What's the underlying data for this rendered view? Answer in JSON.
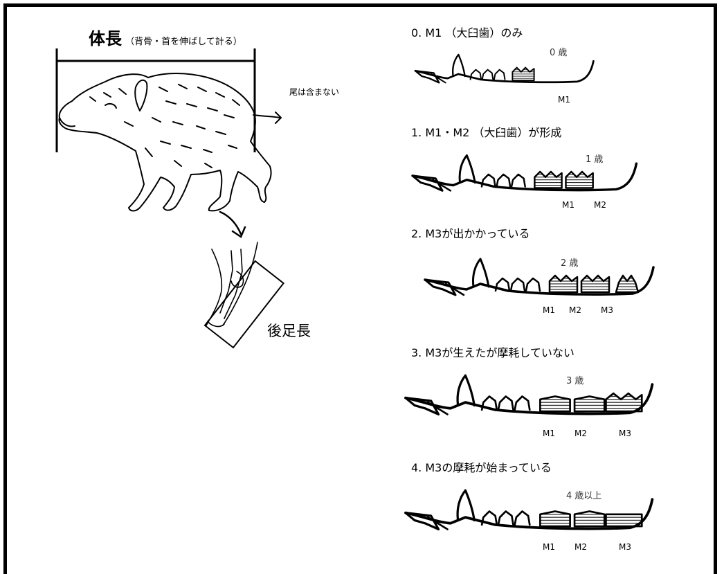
{
  "left": {
    "body_length": {
      "title": "体長",
      "note": "（背骨・首を伸ばして計る）"
    },
    "tail_note": "尾は含まない",
    "hind_foot_length": "後足長"
  },
  "stages": [
    {
      "label": "0.  M1 （大臼歯）のみ",
      "age": "0 歳",
      "molars": [
        "M1"
      ]
    },
    {
      "label": "1.  M1・M2 （大臼歯）が形成",
      "age": "1 歳",
      "molars": [
        "M1",
        "M2"
      ]
    },
    {
      "label": "2.  M3が出かかっている",
      "age": "2 歳",
      "molars": [
        "M1",
        "M2",
        "M3"
      ]
    },
    {
      "label": "3.  M3が生えたが摩耗していない",
      "age": "3 歳",
      "molars": [
        "M1",
        "M2",
        "M3"
      ]
    },
    {
      "label": "4.  M3の摩耗が始まっている",
      "age": "4 歳以上",
      "molars": [
        "M1",
        "M2",
        "M3"
      ]
    }
  ]
}
